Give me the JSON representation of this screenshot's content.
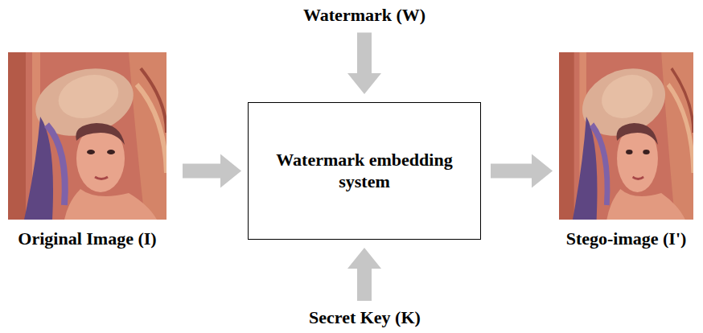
{
  "diagram": {
    "nodes": [
      {
        "text": [
          "Watermark (W)"
        ]
      },
      {
        "text": [
          "Original Image (I)"
        ]
      },
      {
        "text": [
          "Watermark embedding system"
        ]
      },
      {
        "text": [
          "Stego-image (I')"
        ]
      },
      {
        "text": [
          "Secret Key (K)"
        ]
      }
    ],
    "edges": [
      {
        "from": 0,
        "to": 2,
        "arrow": "to"
      },
      {
        "from": 1,
        "to": 2,
        "arrow": "to"
      },
      {
        "from": 2,
        "to": 3,
        "arrow": "to"
      },
      {
        "from": 4,
        "to": 2,
        "arrow": "to"
      }
    ]
  }
}
